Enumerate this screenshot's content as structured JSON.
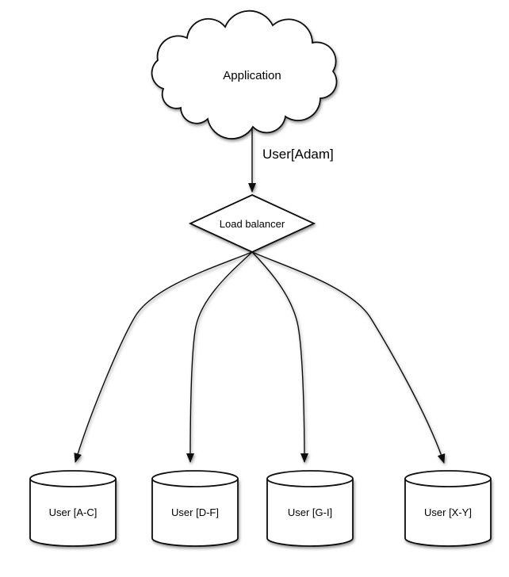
{
  "diagram": {
    "background": "#ffffff",
    "stroke_color": "#111111",
    "shape_fill": "#ffffff",
    "text_color": "#000000",
    "application": {
      "label": "Application",
      "shape": "cloud"
    },
    "request_edge": {
      "label": "User[Adam]"
    },
    "load_balancer": {
      "label": "Load balancer",
      "shape": "diamond"
    },
    "databases": [
      {
        "label": "User [A-C]",
        "shape": "cylinder"
      },
      {
        "label": "User [D-F]",
        "shape": "cylinder"
      },
      {
        "label": "User [G-I]",
        "shape": "cylinder"
      },
      {
        "label": "User [X-Y]",
        "shape": "cylinder"
      }
    ]
  }
}
